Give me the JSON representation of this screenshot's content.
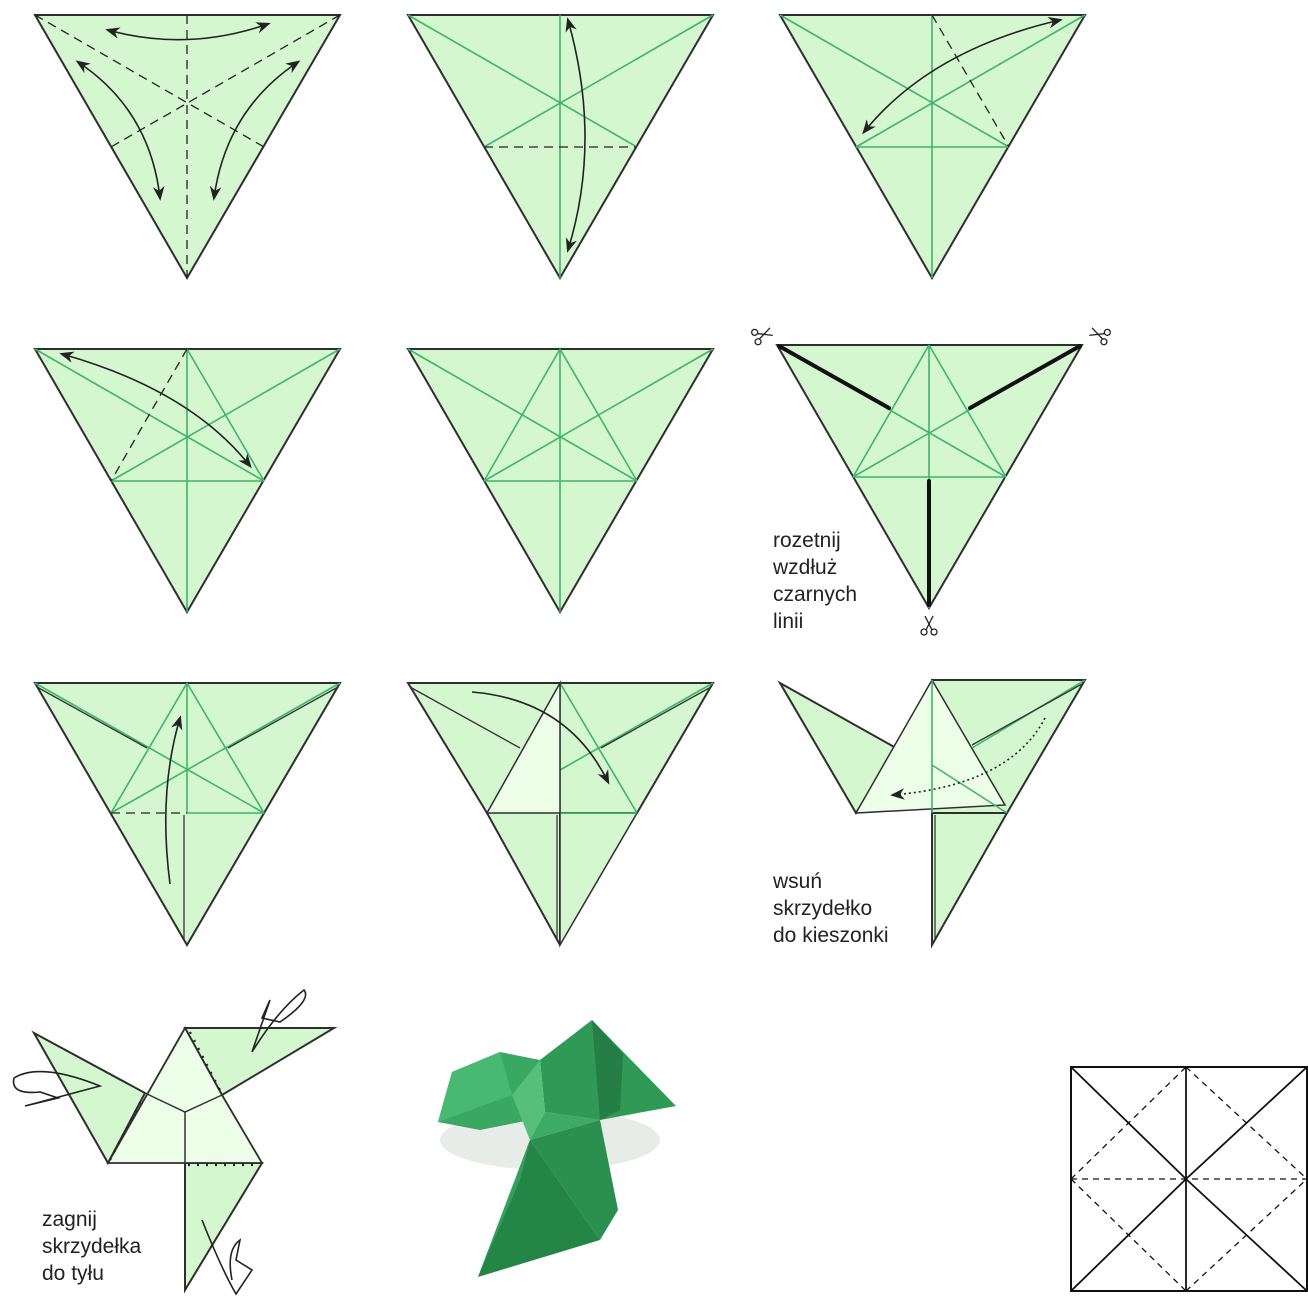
{
  "colors": {
    "paper": "#d4f7cf",
    "flap": "#ecfde8",
    "crease": "#3fb46a",
    "outline": "#2e2e2e",
    "photo_green": "#2e9a55",
    "photo_green_light": "#47b56c",
    "photo_green_dark": "#1f7a40"
  },
  "captions": {
    "cut": {
      "line1": "rozetnij",
      "line2": "wzdłuż",
      "line3": "czarnych",
      "line4": "linii"
    },
    "insert": {
      "line1": "wsuń",
      "line2": "skrzydełko",
      "line3": "do kieszonki"
    },
    "fold_back": {
      "line1": "zagnij",
      "line2": "skrzydełka",
      "line3": "do tyłu"
    }
  },
  "icons": {
    "scissors": "scissors-icon",
    "arrow": "fold-arrow-icon"
  }
}
